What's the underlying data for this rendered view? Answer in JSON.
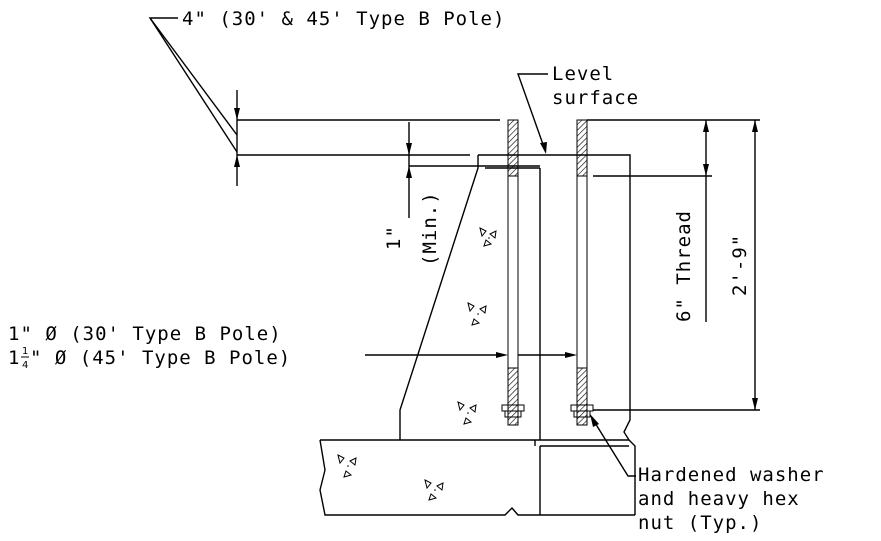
{
  "labels": {
    "pole_height": "4\" (30' & 45' Type B Pole)",
    "level_line1": "Level",
    "level_line2": "surface",
    "min_value": "1\"",
    "min_note": "(Min.)",
    "thread": "6\" Thread",
    "total": "2'-9\"",
    "bolt_line1": "1\" Ø (30' Type B Pole)",
    "bolt_line2_a": "1",
    "bolt_frac_num": "1",
    "bolt_frac_den": "4",
    "bolt_line2_b": "\" Ø (45' Type B Pole)",
    "washer_line1": "Hardened washer",
    "washer_line2": "and heavy hex",
    "washer_line3": "nut (Typ.)"
  }
}
